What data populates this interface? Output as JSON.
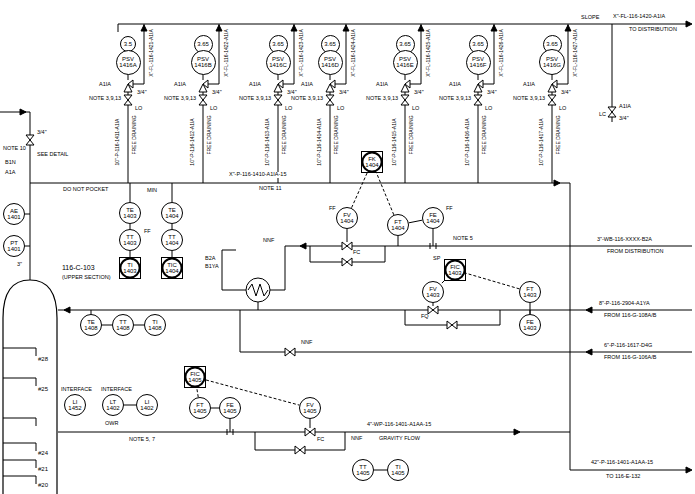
{
  "diagram": {
    "nodes": [
      {
        "text": [
          "3.5"
        ]
      },
      {
        "text": [
          "3.65"
        ]
      },
      {
        "text": [
          "3.65"
        ]
      },
      {
        "text": [
          "3.65"
        ]
      },
      {
        "text": [
          "3.65"
        ]
      },
      {
        "text": [
          "3.65"
        ]
      },
      {
        "text": [
          "3.65"
        ]
      },
      {
        "text": [
          "PSV",
          "1416A"
        ]
      },
      {
        "text": [
          "PSV",
          "1416B"
        ]
      },
      {
        "text": [
          "PSV",
          "1416C"
        ]
      },
      {
        "text": [
          "PSV",
          "1416D"
        ]
      },
      {
        "text": [
          "PSV",
          "1416E"
        ]
      },
      {
        "text": [
          "PSV",
          "1416F"
        ]
      },
      {
        "text": [
          "PSV",
          "1416G"
        ]
      },
      {
        "text": [
          "AE",
          "1401"
        ]
      },
      {
        "text": [
          "PT",
          "1401"
        ]
      },
      {
        "text": [
          "TE",
          "1403"
        ]
      },
      {
        "text": [
          "TE",
          "1404"
        ]
      },
      {
        "text": [
          "TT",
          "1403"
        ]
      },
      {
        "text": [
          "TT",
          "1404"
        ]
      },
      {
        "text": [
          "TI",
          "1403"
        ]
      },
      {
        "text": [
          "TIC",
          "1404"
        ]
      },
      {
        "text": [
          "FK",
          "1404"
        ]
      },
      {
        "text": [
          "FV",
          "1404"
        ]
      },
      {
        "text": [
          "FT",
          "1404"
        ]
      },
      {
        "text": [
          "FE",
          "1404"
        ]
      },
      {
        "text": [
          "FIC",
          "1403"
        ]
      },
      {
        "text": [
          "FV",
          "1403"
        ]
      },
      {
        "text": [
          "FT",
          "1403"
        ]
      },
      {
        "text": [
          "FE",
          "1403"
        ]
      },
      {
        "text": [
          "116-C-103",
          "(UPPER SECTION)",
          "#28",
          "#25",
          "#24",
          "#21",
          "#20"
        ]
      },
      {
        "text": [
          "TE",
          "1408"
        ]
      },
      {
        "text": [
          "TT",
          "1408"
        ]
      },
      {
        "text": [
          "TI",
          "1408"
        ]
      },
      {
        "text": [
          "LI",
          "1452"
        ]
      },
      {
        "text": [
          "LT",
          "1402"
        ]
      },
      {
        "text": [
          "LI",
          "1402"
        ]
      },
      {
        "text": [
          "FIC",
          "1405"
        ]
      },
      {
        "text": [
          "FT",
          "1405"
        ]
      },
      {
        "text": [
          "FE",
          "1405"
        ]
      },
      {
        "text": [
          "FV",
          "1405"
        ]
      },
      {
        "text": [
          "TT",
          "1405"
        ]
      },
      {
        "text": [
          "TI",
          "1405"
        ]
      }
    ],
    "edges": [
      {
        "from": 16,
        "to": 18,
        "arrow": "none"
      },
      {
        "from": 18,
        "to": 20,
        "arrow": "none"
      },
      {
        "from": 17,
        "to": 19,
        "arrow": "none"
      },
      {
        "from": 19,
        "to": 21,
        "arrow": "none"
      },
      {
        "from": 25,
        "to": 24,
        "arrow": "none"
      },
      {
        "from": 24,
        "to": 22,
        "arrow": "none"
      },
      {
        "from": 22,
        "to": 23,
        "arrow": "none"
      },
      {
        "from": 29,
        "to": 28,
        "arrow": "none"
      },
      {
        "from": 28,
        "to": 26,
        "arrow": "none"
      },
      {
        "from": 26,
        "to": 27,
        "arrow": "none"
      },
      {
        "from": 31,
        "to": 32,
        "arrow": "none"
      },
      {
        "from": 32,
        "to": 33,
        "arrow": "none"
      },
      {
        "from": 35,
        "to": 36,
        "arrow": "none"
      },
      {
        "from": 39,
        "to": 38,
        "arrow": "none"
      },
      {
        "from": 38,
        "to": 37,
        "arrow": "none"
      },
      {
        "from": 37,
        "to": 40,
        "arrow": "none"
      },
      {
        "from": 41,
        "to": 42,
        "arrow": "none"
      }
    ],
    "labels": [
      "SLOPE",
      "X\"-FL-116-1420-A1IA",
      "TO DISTRIBUTION",
      "NOTE 3,9,13",
      "A1IA",
      "3/4\"",
      "LO",
      "X\"-FL-116-1421-A1IA",
      "FREE DRAINING",
      "10\"-P-116-1411-A1IA",
      "NOTE 3,9,13",
      "A1IA",
      "3/4\"",
      "LO",
      "X\"-FL-116-1422-A1IA",
      "FREE DRAINING",
      "10\"-P-116-1412-A1IA",
      "NOTE 3,9,13",
      "A1IA",
      "3/4\"",
      "LO",
      "X\"-FL-116-1423-A1IA",
      "FREE DRAINING",
      "10\"-P-116-1413-A1IA",
      "NOTE 3,9,13",
      "A1IA",
      "3/4\"",
      "LO",
      "X\"-FL-116-1424-A1IA",
      "FREE DRAINING",
      "10\"-P-116-1414-A1IA",
      "NOTE 3,9,13",
      "A1IA",
      "3/4\"",
      "LO",
      "X\"-FL-116-1425-A1IA",
      "FREE DRAINING",
      "10\"-P-116-1415-A1IA",
      "NOTE 3,9,13",
      "A1IA",
      "3/4\"",
      "LO",
      "X\"-FL-116-1426-A1IA",
      "FREE DRAINING",
      "10\"-P-116-1416-A1IA",
      "NOTE 3,9,13",
      "A1IA",
      "3/4\"",
      "LO",
      "X\"-FL-116-1427-A1IA",
      "FREE DRAINING",
      "10\"-P-116-1417-A1IA",
      "A1IA",
      "3/4\"",
      "LC",
      "NOTE 10",
      "SEE DETAIL",
      "3/4\"",
      "B1N",
      "A1A",
      "DO NOT POCKET",
      "X\"-P-116-1410-A1IA-15",
      "NOTE 11",
      "MIN",
      "FF",
      "FF",
      "FF",
      "FC",
      "NNF",
      "NOTE 5",
      "3\"-WB-116-XXXX-B2A",
      "FROM DISTRIBUTION",
      "SP",
      "FQ",
      "8\"-P-116-2904-A1YA",
      "FROM 116-G-108A/B",
      "6\"-P-116-1617-D4G",
      "FROM 116-G-106A/B",
      "NNF",
      "B2A",
      "B1YA",
      "3\"",
      "INTERFACE",
      "INTERFACE",
      "OWR",
      "NOTE 5, 7",
      "4\"-WP-116-1401-A1AA-15",
      "GRAVITY FLOW",
      "NNF",
      "FC",
      "42\"-P-116-1401-A1AA-15",
      "TO 116-E-132"
    ]
  }
}
